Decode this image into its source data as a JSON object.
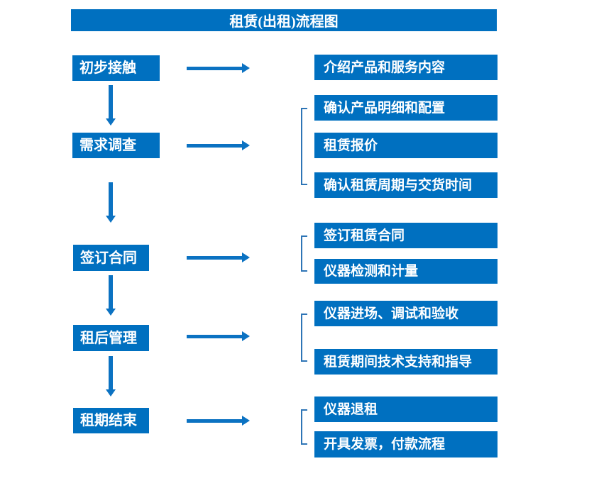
{
  "title": "租赁(出租)流程图",
  "colors": {
    "box_blue": "#0070C0",
    "arrow_blue": "#0B72C2",
    "bracket_blue": "#2E75B6",
    "text_white": "#FFFFFF",
    "background": "#FFFFFF"
  },
  "stages": [
    {
      "label": "初步接触",
      "outputs": [
        "介绍产品和服务内容"
      ]
    },
    {
      "label": "需求调查",
      "outputs": [
        "确认产品明细和配置",
        "租赁报价",
        "确认租赁周期与交货时间"
      ]
    },
    {
      "label": "签订合同",
      "outputs": [
        "签订租赁合同",
        "仪器检测和计量"
      ]
    },
    {
      "label": "租后管理",
      "outputs": [
        "仪器进场、调试和验收",
        "租赁期间技术支持和指导"
      ]
    },
    {
      "label": "租期结束",
      "outputs": [
        "仪器退租",
        "开具发票，付款流程"
      ]
    }
  ]
}
